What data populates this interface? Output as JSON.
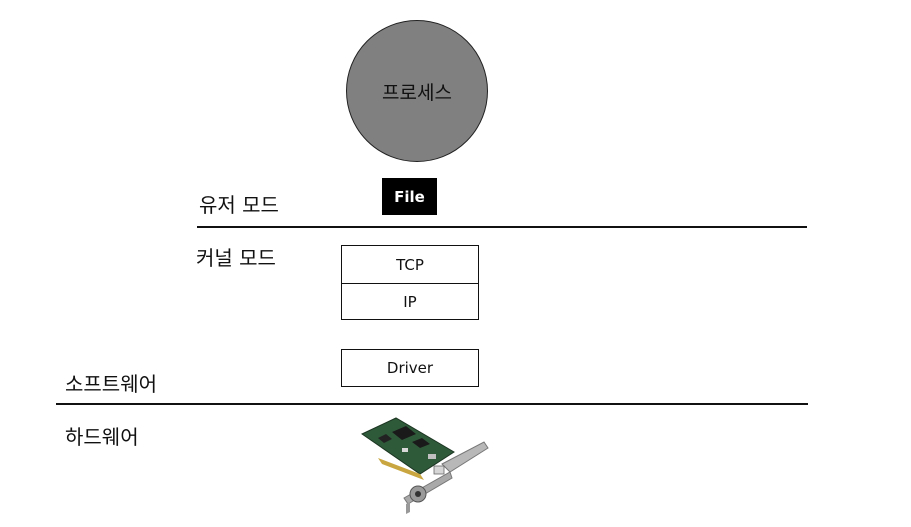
{
  "process": {
    "label": "프로세스"
  },
  "modes": {
    "user": "유저 모드",
    "kernel": "커널 모드"
  },
  "layers": {
    "software": "소프트웨어",
    "hardware": "하드웨어"
  },
  "file": {
    "label": "File"
  },
  "stack": {
    "tcp": "TCP",
    "ip": "IP",
    "driver": "Driver"
  },
  "colors": {
    "process_fill": "#808080",
    "file_fill": "#000000",
    "nic_board": "#2f5a3a",
    "nic_bracket": "#b8b8b8"
  },
  "icons": {
    "hardware": "network-card-icon"
  }
}
